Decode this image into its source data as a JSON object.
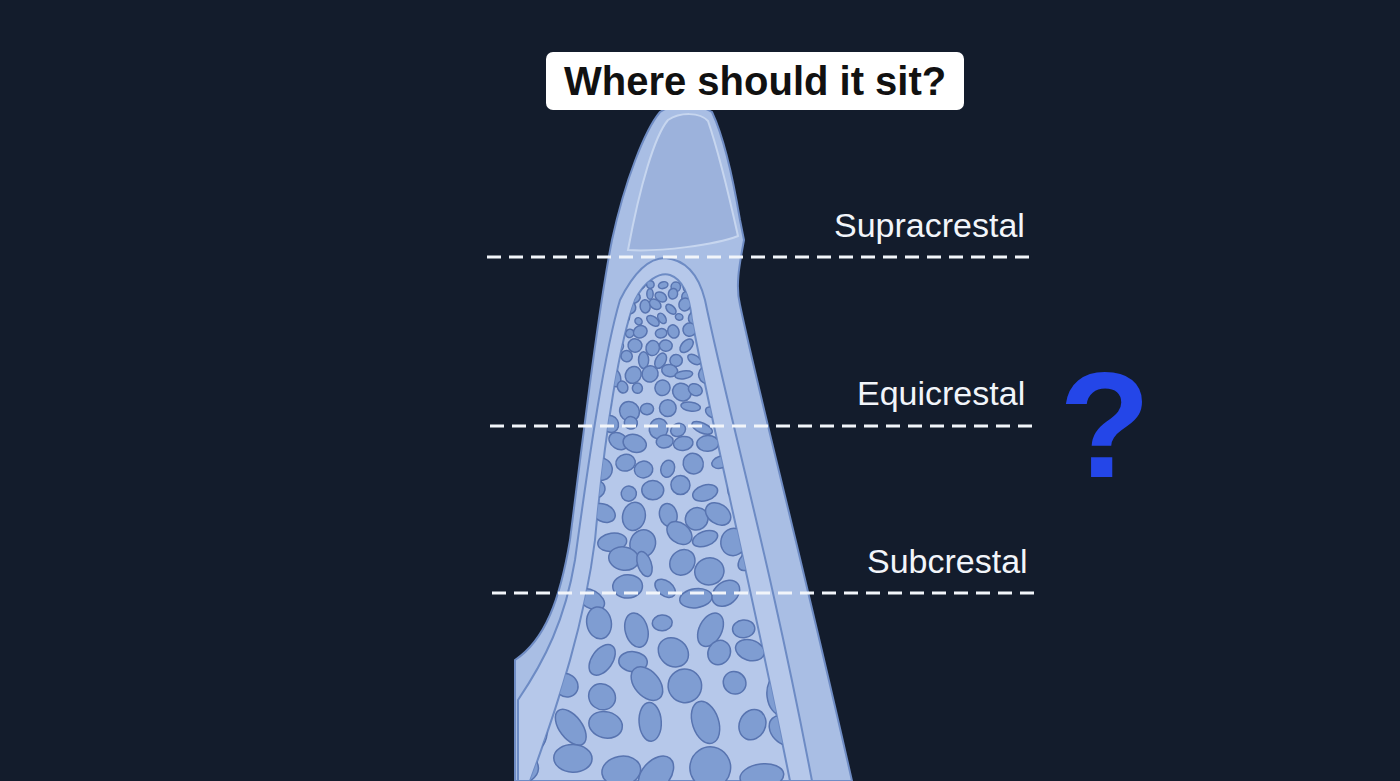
{
  "diagram": {
    "title": "Where should it sit?",
    "labels": [
      "Supracrestal",
      "Equicrestal",
      "Subcrestal",
      "?"
    ]
  }
}
